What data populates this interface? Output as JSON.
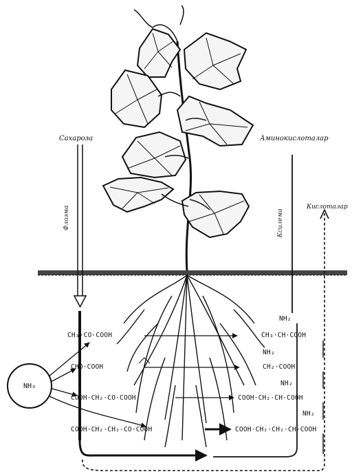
{
  "labels": {
    "sugars": "Сахароза",
    "amino_acids": "Аминокислоталар",
    "acids_right": "Кислоталар",
    "phloem_left": "Флоэма",
    "xylem_right": "Ксилема"
  },
  "ammonia": "NH₃",
  "left_compounds": [
    "CH₃·CO·COOH",
    "CHO·COOH",
    "COOH·CH₂·CO·COOH",
    "COOH·CH₂·CH₂·CO·COOH"
  ],
  "right_compounds": [
    "CH₃·CH·COOH",
    "CH₂·COOH",
    "COOH·CH₂·CH·COOH",
    "COOH·CH₂·CH₂·CH·COOH"
  ],
  "amino_group": "NH₂",
  "colors": {
    "ink": "#111111",
    "soil": "#333333",
    "background": "#ffffff"
  }
}
